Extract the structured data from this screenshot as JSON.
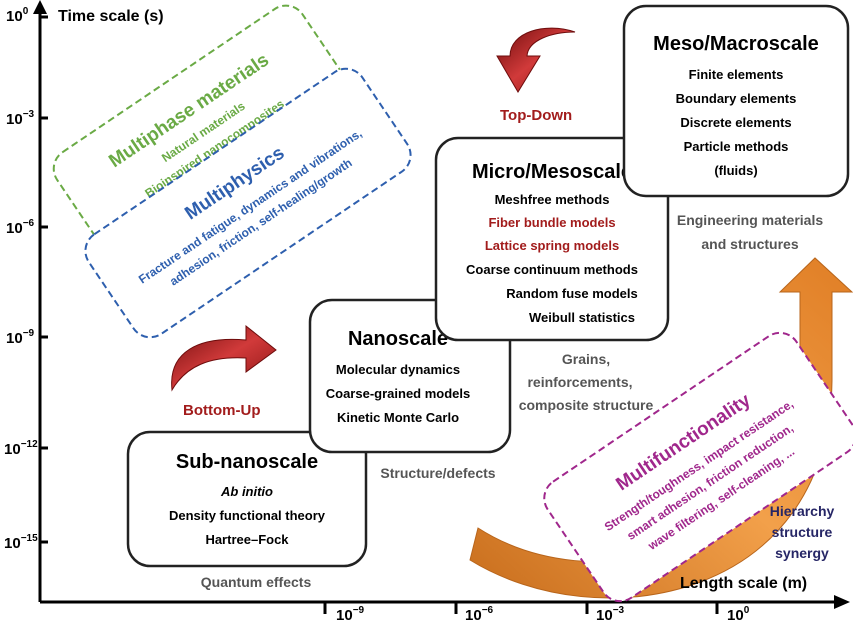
{
  "axes": {
    "y_title": "Time scale (s)",
    "x_title": "Length scale (m)",
    "y_ticks": [
      {
        "base": "10",
        "exp": "0"
      },
      {
        "base": "10",
        "exp": "−3"
      },
      {
        "base": "10",
        "exp": "−6"
      },
      {
        "base": "10",
        "exp": "−9"
      },
      {
        "base": "10",
        "exp": "−12"
      },
      {
        "base": "10",
        "exp": "−15"
      }
    ],
    "x_ticks": [
      {
        "base": "10",
        "exp": "−9"
      },
      {
        "base": "10",
        "exp": "−6"
      },
      {
        "base": "10",
        "exp": "−3"
      },
      {
        "base": "10",
        "exp": "0"
      }
    ]
  },
  "boxes": {
    "subnano": {
      "title": "Sub-nanoscale",
      "items": [
        "Ab initio",
        "Density functional theory",
        "Hartree–Fock"
      ],
      "caption": "Quantum effects"
    },
    "nano": {
      "title": "Nanoscale",
      "items": [
        "Molecular dynamics",
        "Coarse-grained models",
        "Kinetic Monte Carlo"
      ],
      "caption": "Structure/defects"
    },
    "micro": {
      "title": "Micro/Mesoscale",
      "items": [
        "Meshfree methods",
        "Fiber bundle models",
        "Lattice spring models",
        "Coarse continuum methods",
        "Random fuse models",
        "Weibull statistics"
      ],
      "caption": [
        "Grains,",
        "reinforcements,",
        "composite structure"
      ]
    },
    "meso": {
      "title": "Meso/Macroscale",
      "items": [
        "Finite elements",
        "Boundary elements",
        "Discrete elements",
        "Particle methods",
        "(fluids)"
      ],
      "caption": [
        "Engineering materials",
        "and structures"
      ]
    }
  },
  "arrows": {
    "top_down": "Top-Down",
    "bottom_up": "Bottom-Up"
  },
  "multiphase": {
    "title": "Multiphase materials",
    "lines": [
      "Natural materials",
      "Bioinspired nanocomposites"
    ]
  },
  "multiphysics": {
    "title": "Multiphysics",
    "lines": [
      "Fracture and fatigue, dynamics and vibrations,",
      "adhesion, friction, self-healing/growth"
    ]
  },
  "multifunctionality": {
    "title": "Multifunctionality",
    "lines": [
      "Strength/toughness, impact resistance,",
      "smart adhesion, friction reduction,",
      "wave filtering, self-cleaning, ..."
    ]
  },
  "hierarchy": [
    "Hierarchy",
    "structure",
    "synergy"
  ],
  "colors": {
    "axis": "#000000",
    "box_border": "#222222",
    "dark_red": "#a21c1c",
    "green": "#6aaa45",
    "blue": "#2e5fae",
    "magenta": "#a0278c",
    "gray": "#555555",
    "orange": "#e58a2e",
    "navy": "#262666"
  }
}
